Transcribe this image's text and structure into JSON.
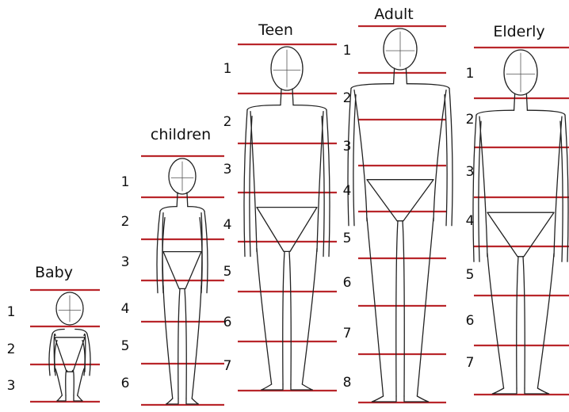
{
  "colors": {
    "guide_line": "#b9262b",
    "ink": "#222222",
    "background": "#ffffff"
  },
  "stages": [
    {
      "title": "Baby",
      "numbers": [
        "1",
        "2",
        "3"
      ]
    },
    {
      "title": "children",
      "numbers": [
        "1",
        "2",
        "3",
        "4",
        "5",
        "6"
      ]
    },
    {
      "title": "Teen",
      "numbers": [
        "1",
        "2",
        "3",
        "4",
        "5",
        "6",
        "7"
      ]
    },
    {
      "title": "Adult",
      "numbers": [
        "1",
        "2",
        "3",
        "4",
        "5",
        "6",
        "7",
        "8"
      ]
    },
    {
      "title": "Elderly",
      "numbers": [
        "1",
        "2",
        "3",
        "4",
        "5",
        "6",
        "7"
      ]
    }
  ]
}
